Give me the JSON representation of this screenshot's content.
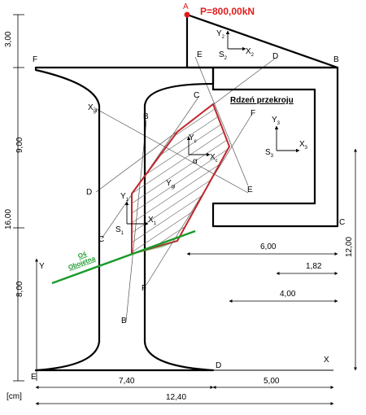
{
  "load": {
    "point": "A",
    "label": "P=800,00kN",
    "color": "#e31b1b"
  },
  "core": {
    "label": "Rdzeń przekroju",
    "color": "#c0282d"
  },
  "neutral_axis": {
    "label_line1": "Oś",
    "label_line2": "Obojętna",
    "color": "#1a9a2a"
  },
  "points": {
    "A": "A",
    "B": "B",
    "C": "C",
    "D": "D",
    "E": "E",
    "F": "F"
  },
  "axes": {
    "X": "X",
    "Y": "Y",
    "y2": "Y",
    "y2_sub": "2",
    "x2": "X",
    "x2_sub": "2",
    "s2": "S",
    "s2_sub": "2",
    "y3": "Y",
    "y3_sub": "3",
    "x3": "X",
    "x3_sub": "3",
    "s3": "S",
    "s3_sub": "3",
    "y1": "Y",
    "y1_sub": "1",
    "x1": "X",
    "x1_sub": "1",
    "s1": "S",
    "s1_sub": "1",
    "yc": "Y",
    "yc_sub": "c",
    "xc": "X",
    "xc_sub": "c",
    "xgl": "X",
    "xgl_sub": "gł",
    "ygl": "Y",
    "ygl_sub": "gł",
    "alpha": "α"
  },
  "dimensions": {
    "left_top": "3,00",
    "left_mid": "9,00",
    "left_total": "16,00",
    "left_low": "8,00",
    "right_total": "12,00",
    "d_6": "6,00",
    "d_182": "1,82",
    "d_4": "4,00",
    "bottom_740": "7,40",
    "bottom_500": "5,00",
    "bottom_1240": "12,40",
    "unit": "[cm]"
  }
}
